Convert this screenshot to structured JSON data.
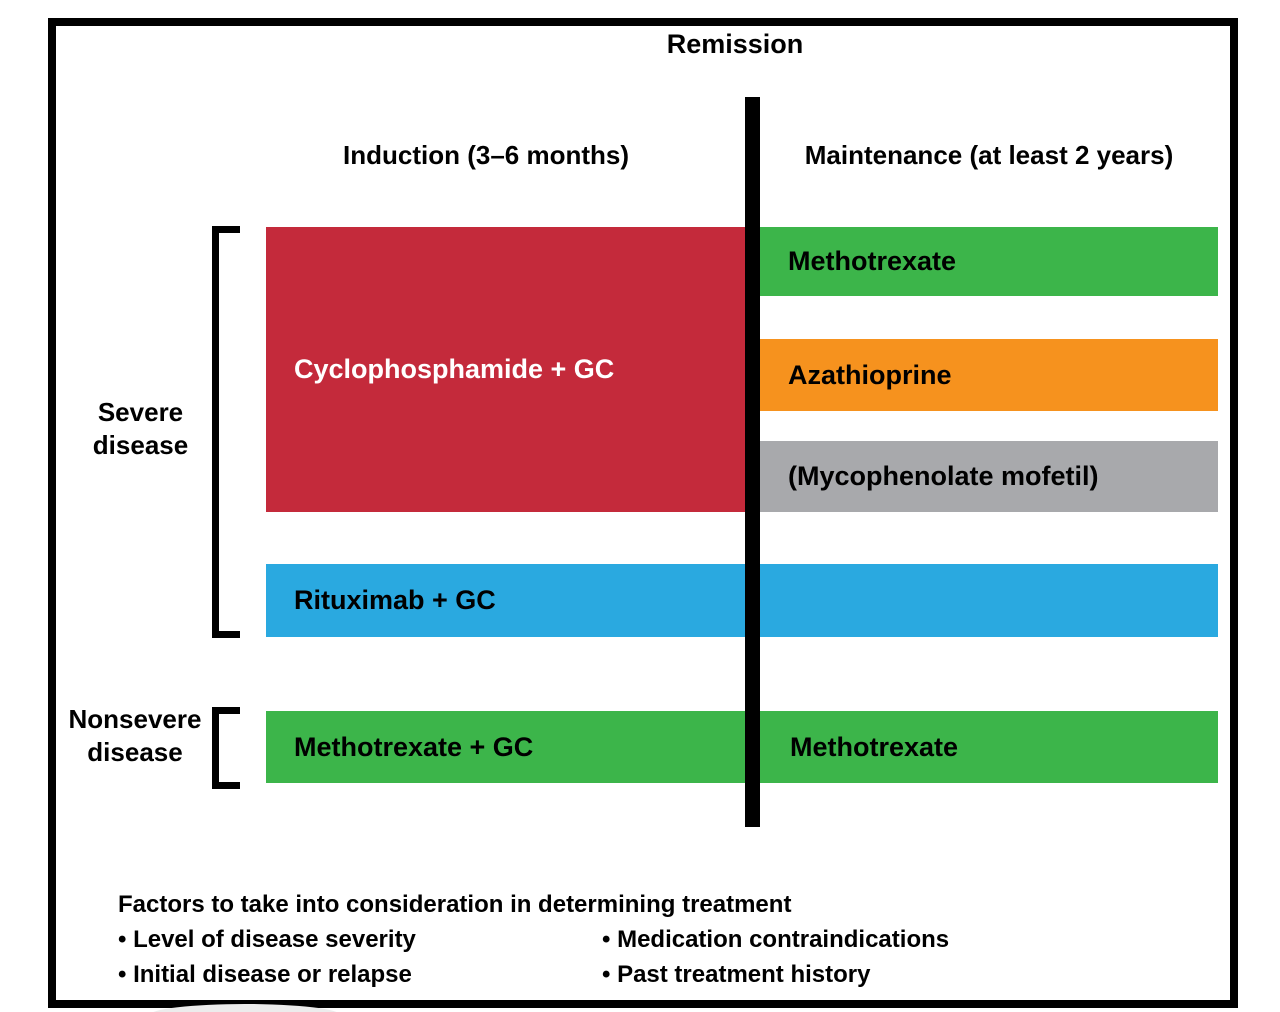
{
  "figure": {
    "title": "Remission",
    "columns": {
      "induction": "Induction (3–6 months)",
      "maintenance": "Maintenance (at least 2 years)"
    },
    "groups": {
      "severe": "Severe disease",
      "nonsevere": "Nonsevere disease"
    },
    "bars": {
      "cyclophosphamide": "Cyclophosphamide + GC",
      "methotrexate_maintenance_severe": "Methotrexate",
      "azathioprine": "Azathioprine",
      "mycophenolate": "(Mycophenolate mofetil)",
      "rituximab": "Rituximab + GC",
      "methotrexate_induction_nonsevere": "Methotrexate + GC",
      "methotrexate_maintenance_nonsevere": "Methotrexate"
    },
    "footer": {
      "heading": "Factors to take into consideration in determining treatment",
      "bullets_left": [
        "• Level of disease severity",
        "• Initial disease or relapse"
      ],
      "bullets_right": [
        "• Medication contraindications",
        "• Past treatment history"
      ]
    },
    "colors": {
      "induction_severe_red": "#C42A3B",
      "methotrexate_green": "#3CB54A",
      "azathioprine_orange": "#F6921E",
      "mycophenolate_gray": "#A8A9AC",
      "rituximab_blue": "#2AA9E0",
      "divider_black": "#000000"
    }
  }
}
